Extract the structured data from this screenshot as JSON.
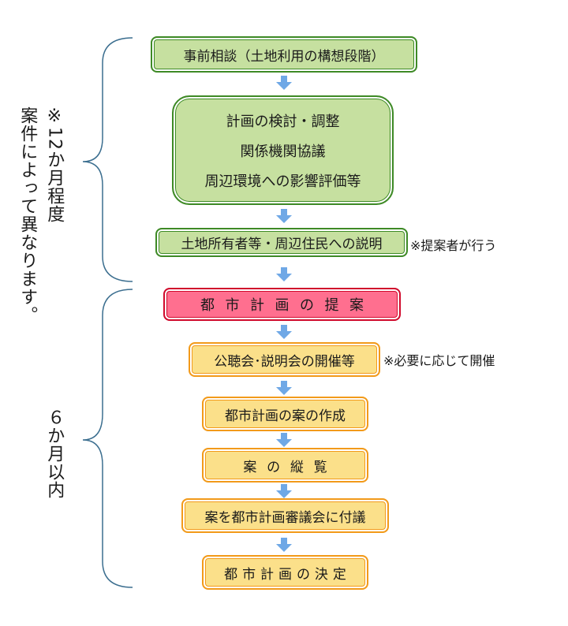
{
  "flow": {
    "pre_consultation": "事前相談（土地利用の構想段階）",
    "study_lines": [
      "計画の検討・調整",
      "関係機関協議",
      "周辺環境への影響評価等"
    ],
    "explanation": "土地所有者等・周辺住民への説明",
    "explanation_note": "※提案者が行う",
    "proposal": "都市計画の提案",
    "hearing": "公聴会･説明会の開催等",
    "hearing_note": "※必要に応じて開催",
    "draft": "都市計画の案の作成",
    "inspection": "案の縦覧",
    "council": "案を都市計画審議会に付議",
    "decision": "都市計画の決定"
  },
  "periods": {
    "upper": "※12か月程度",
    "upper_note": "案件によって異なります。",
    "lower": "６か月以内"
  },
  "colors": {
    "green_fill": "#c6e0a0",
    "green_border": "#3e8a26",
    "red_fill": "#ff6f8f",
    "red_border": "#d00a2c",
    "orange_fill": "#fbe08a",
    "orange_border": "#f29a1a",
    "arrow": "#6fa8e6",
    "brace": "#3b6e8f"
  },
  "icons": {
    "arrow": "down-arrow-icon",
    "brace": "curly-brace-icon"
  }
}
